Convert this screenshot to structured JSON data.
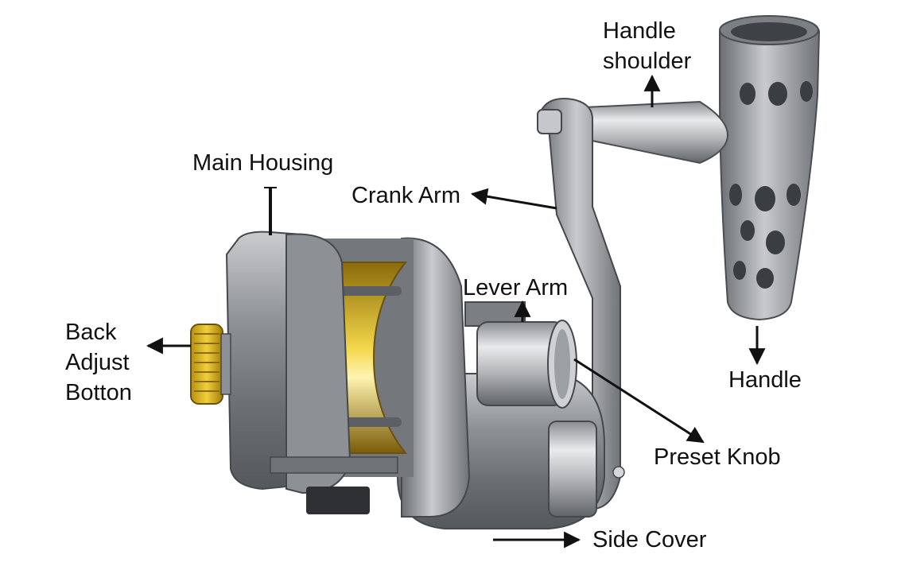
{
  "colors": {
    "background": "#ffffff",
    "metal_dark": "#5f6266",
    "metal_mid": "#9a9da1",
    "metal_light": "#d9dbdd",
    "gold": "#d9b21a",
    "arrow": "#111111",
    "label_text": "#111111"
  },
  "labels": {
    "handle_shoulder": "Handle\nshoulder",
    "main_housing": "Main Housing",
    "crank_arm": "Crank Arm",
    "lever_arm": "Lever Arm",
    "back_adjust_button": "Back\nAdjust\nBotton",
    "handle": "Handle",
    "preset_knob": "Preset Knob",
    "side_cover": "Side Cover"
  }
}
